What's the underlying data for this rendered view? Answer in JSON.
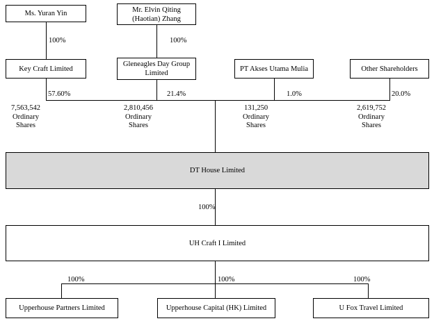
{
  "entities": {
    "yuran_yin": "Ms. Yuran Yin",
    "elvin_zhang": "Mr. Elvin Qiting\n(Haotian) Zhang",
    "key_craft": "Key Craft Limited",
    "gleneagles": "Gleneagles Day Group\nLimited",
    "pt_akses": "PT Akses Utama Mulia",
    "other_shareholders": "Other Shareholders",
    "dt_house": "DT House Limited",
    "uh_craft": "UH Craft I Limited",
    "upperhouse_partners": "Upperhouse Partners Limited",
    "upperhouse_capital": "Upperhouse Capital (HK) Limited",
    "u_fox": "U Fox Travel Limited"
  },
  "ownership": {
    "yin_to_keycraft": "100%",
    "zhang_to_gleneagles": "100%",
    "keycraft_pct": "57.60%",
    "gleneagles_pct": "21.4%",
    "ptakses_pct": "1.0%",
    "other_pct": "20.0%",
    "dt_to_uh": "100%",
    "uh_to_partners": "100%",
    "uh_to_capital": "100%",
    "uh_to_ufox": "100%"
  },
  "shares": {
    "keycraft": "7,563,542\nOrdinary\nShares",
    "gleneagles": "2,810,456\nOrdinary\nShares",
    "ptakses": "131,250\nOrdinary\nShares",
    "other": "2,619,752\nOrdinary\nShares"
  }
}
